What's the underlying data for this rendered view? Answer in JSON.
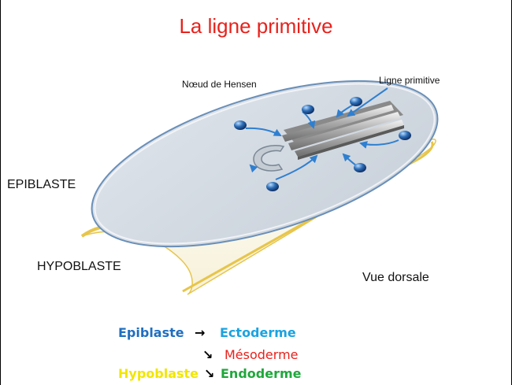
{
  "title": "La ligne primitive",
  "labels": {
    "hensen": "Nœud de Hensen",
    "ligne": "Ligne primitive",
    "epiblaste": "EPIBLASTE",
    "hypoblaste": "HYPOBLASTE",
    "vue": "Vue dorsale"
  },
  "legend": {
    "epiblaste": "Epiblaste",
    "arrow_right": "→",
    "ectoderme": "Ectoderme",
    "arrow_diag1": "↘",
    "mesoderme": "Mésoderme",
    "hypoblaste": "Hypoblaste",
    "arrow_diag2": "↘",
    "endoderme": "Endoderme"
  },
  "colors": {
    "title": "#e8221c",
    "epiblaste": "#1f6fc0",
    "ectoderme": "#1aa3e0",
    "mesoderme": "#e8221c",
    "hypoblaste": "#f2e600",
    "endoderme": "#1fa83b"
  }
}
